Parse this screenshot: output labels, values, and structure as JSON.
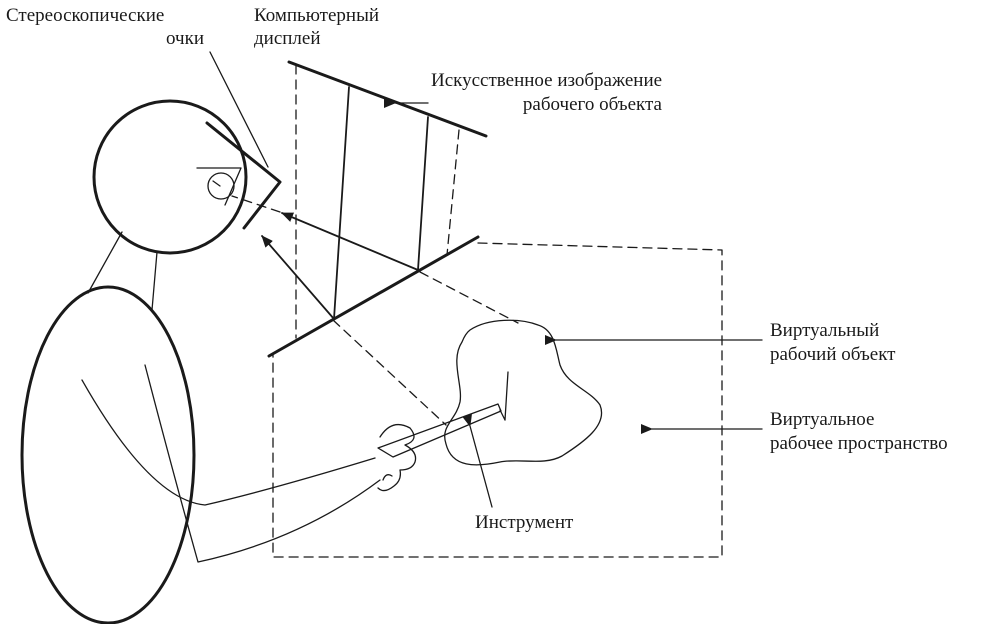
{
  "labels": {
    "glasses": [
      "Стереоскопические",
      "очки"
    ],
    "display": [
      "Компьютерный",
      "дисплей"
    ],
    "artificial_image": [
      "Искусственное изображение",
      "рабочего объекта"
    ],
    "virtual_object": [
      "Виртуальный",
      "рабочий объект"
    ],
    "virtual_workspace": [
      "Виртуальное",
      "рабочее пространство"
    ],
    "instrument": "Инструмент"
  }
}
